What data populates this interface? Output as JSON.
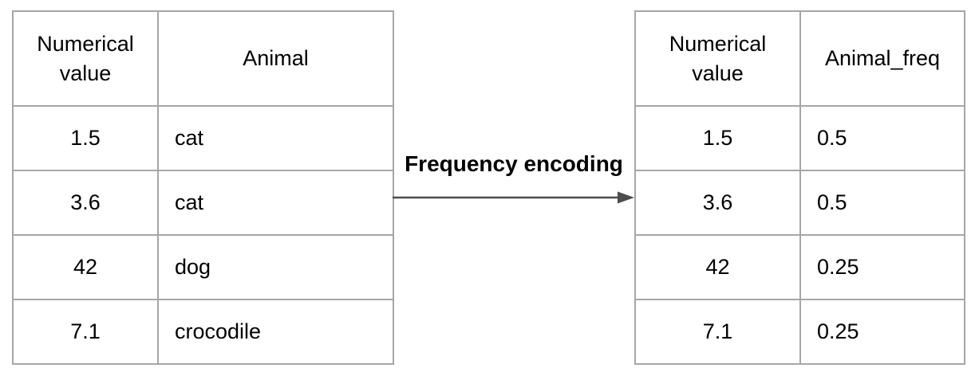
{
  "diagram": {
    "arrow_label": "Frequency encoding",
    "source_table": {
      "headers": [
        "Numerical value",
        "Animal"
      ],
      "rows": [
        [
          "1.5",
          "cat"
        ],
        [
          "3.6",
          "cat"
        ],
        [
          "42",
          "dog"
        ],
        [
          "7.1",
          "crocodile"
        ]
      ]
    },
    "encoded_table": {
      "headers": [
        "Numerical value",
        "Animal_freq"
      ],
      "rows": [
        [
          "1.5",
          "0.5"
        ],
        [
          "3.6",
          "0.5"
        ],
        [
          "42",
          "0.25"
        ],
        [
          "7.1",
          "0.25"
        ]
      ]
    },
    "colors": {
      "table_border": "#a6a6a6",
      "text": "#000000",
      "arrow": "#4d4d4d"
    }
  }
}
